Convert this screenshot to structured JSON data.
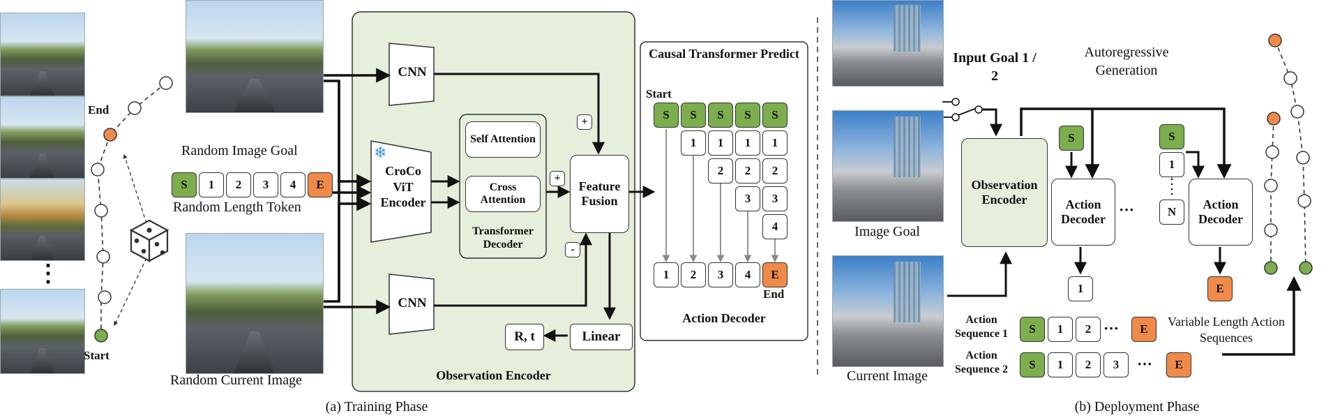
{
  "training": {
    "end_label": "End",
    "start_label": "Start",
    "random_image_goal": "Random Image Goal",
    "random_length_token": "Random Length Token",
    "random_current_image": "Random Current Image",
    "length_tokens": [
      "S",
      "1",
      "2",
      "3",
      "4",
      "E"
    ],
    "cnn_top": "CNN",
    "cnn_bottom": "CNN",
    "croco": "CroCo ViT Encoder",
    "self_attention": "Self Attention",
    "cross_attention": "Cross Attention",
    "transformer_decoder": "Transformer Decoder",
    "feature_fusion": "Feature Fusion",
    "linear": "Linear",
    "rt": "R, t",
    "plus1": "+",
    "plus2": "+",
    "minus": "-",
    "observation_encoder": "Observation Encoder",
    "caption": "(a) Training Phase",
    "ellipsis_v": "⋮"
  },
  "causal": {
    "title": "Causal Transformer Predict",
    "start": "Start",
    "end": "End",
    "footer": "Action Decoder",
    "grid": [
      [
        "S",
        "S",
        "S",
        "S",
        "S"
      ],
      [
        "1",
        "1",
        "1",
        "1"
      ],
      [
        "2",
        "2",
        "2"
      ],
      [
        "3",
        "3"
      ],
      [
        "4"
      ]
    ],
    "outputs": [
      "1",
      "2",
      "3",
      "4",
      "E"
    ]
  },
  "deployment": {
    "input_goal": "Input Goal 1 / 2",
    "autoregressive": "Autoregressive Generation",
    "image_goal": "Image Goal",
    "current_image": "Current Image",
    "observation_encoder": "Observation Encoder",
    "action_decoder_1": "Action Decoder",
    "action_decoder_2": "Action Decoder",
    "s1": "S",
    "s2": "S",
    "one": "1",
    "n": "N",
    "out1": "1",
    "outE": "E",
    "dots": "···",
    "seq1_label": "Action Sequence 1",
    "seq2_label": "Action Sequence 2",
    "seq1": [
      "S",
      "1",
      "2",
      "E"
    ],
    "seq2": [
      "S",
      "1",
      "2",
      "3",
      "E"
    ],
    "variable": "Variable Length Action Sequences",
    "caption": "(b) Deployment Phase"
  }
}
